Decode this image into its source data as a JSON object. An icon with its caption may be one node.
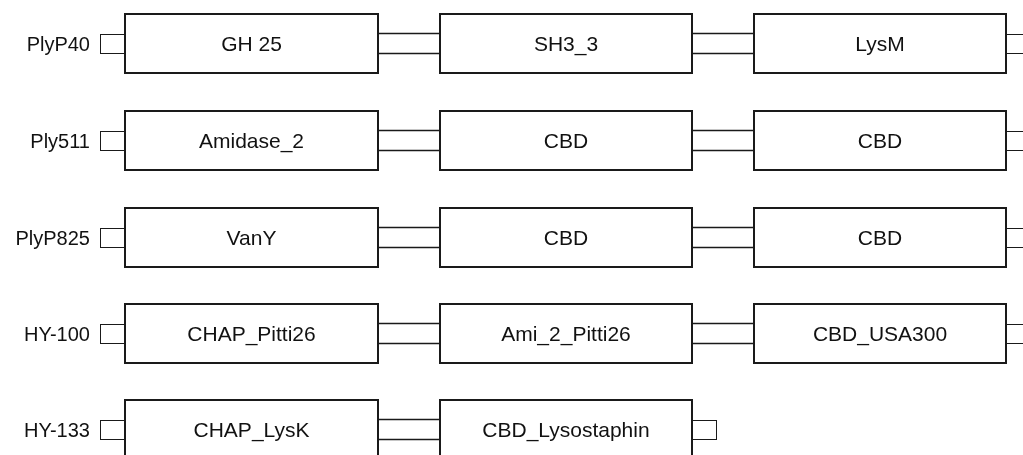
{
  "diagram": {
    "nodes": [
      {
        "text": [],
        "shape": "box",
        "beside": [
          "PlyP40"
        ]
      },
      {
        "text": [
          "GH 25"
        ]
      },
      {
        "text": [
          "SH3_3"
        ]
      },
      {
        "text": [
          "LysM"
        ]
      },
      {
        "text": [],
        "shape": "box"
      },
      {
        "text": [],
        "shape": "box",
        "beside": [
          "Ply511"
        ]
      },
      {
        "text": [
          "Amidase_2"
        ]
      },
      {
        "text": [
          "CBD"
        ]
      },
      {
        "text": [
          "CBD"
        ]
      },
      {
        "text": [],
        "shape": "box"
      },
      {
        "text": [],
        "shape": "box",
        "beside": [
          "PlyP825"
        ]
      },
      {
        "text": [
          "VanY"
        ]
      },
      {
        "text": [
          "CBD"
        ]
      },
      {
        "text": [
          "CBD"
        ]
      },
      {
        "text": [],
        "shape": "box"
      },
      {
        "text": [],
        "shape": "box",
        "beside": [
          "HY-100"
        ]
      },
      {
        "text": [
          "CHAP_Pitti26"
        ]
      },
      {
        "text": [
          "Ami_2_Pitti26"
        ]
      },
      {
        "text": [
          "CBD_USA300"
        ]
      },
      {
        "text": [],
        "shape": "box"
      },
      {
        "text": [],
        "shape": "box",
        "beside": [
          "HY-133"
        ]
      },
      {
        "text": [
          "CHAP_LysK"
        ]
      },
      {
        "text": [
          "CBD_Lysostaphin"
        ]
      },
      {
        "text": [],
        "shape": "box"
      }
    ],
    "edges": [
      {
        "from": 1,
        "to": 2,
        "arrow": "none"
      },
      {
        "from": 2,
        "to": 3,
        "arrow": "none"
      },
      {
        "from": 6,
        "to": 7,
        "arrow": "none"
      },
      {
        "from": 7,
        "to": 8,
        "arrow": "none"
      },
      {
        "from": 11,
        "to": 12,
        "arrow": "none"
      },
      {
        "from": 12,
        "to": 13,
        "arrow": "none"
      },
      {
        "from": 16,
        "to": 17,
        "arrow": "none"
      },
      {
        "from": 17,
        "to": 18,
        "arrow": "none"
      },
      {
        "from": 21,
        "to": 22,
        "arrow": "none"
      }
    ]
  }
}
